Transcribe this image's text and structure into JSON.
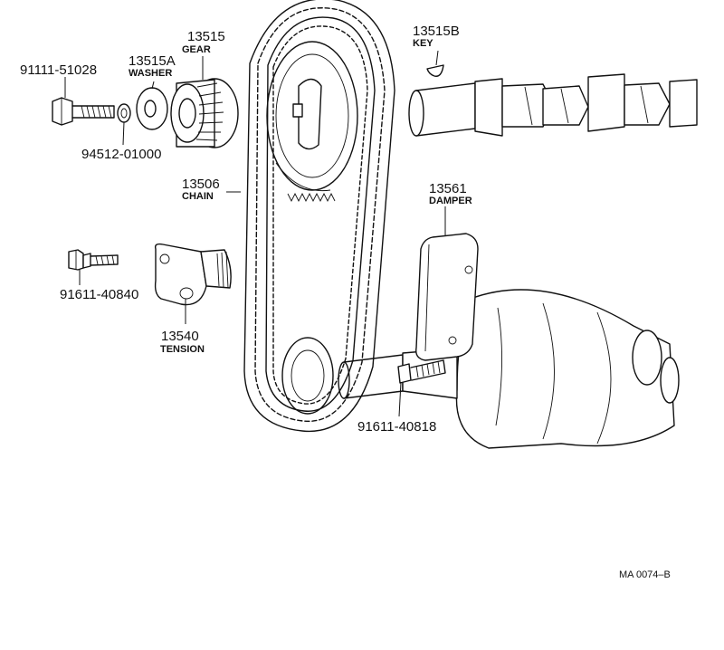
{
  "parts": [
    {
      "id": "bolt",
      "number": "91111-51028",
      "name": ""
    },
    {
      "id": "gear",
      "number": "13515",
      "name": "GEAR"
    },
    {
      "id": "washer",
      "number": "13515A",
      "name": "WASHER"
    },
    {
      "id": "key",
      "number": "13515B",
      "name": "KEY"
    },
    {
      "id": "lock-washer",
      "number": "94512-01000",
      "name": ""
    },
    {
      "id": "chain",
      "number": "13506",
      "name": "CHAIN"
    },
    {
      "id": "damper",
      "number": "13561",
      "name": "DAMPER"
    },
    {
      "id": "tension-bolt",
      "number": "91611-40840",
      "name": ""
    },
    {
      "id": "tension",
      "number": "13540",
      "name": "TENSION"
    },
    {
      "id": "damper-bolt",
      "number": "91611-40818",
      "name": ""
    }
  ],
  "reference_code": "MA 0074–B"
}
